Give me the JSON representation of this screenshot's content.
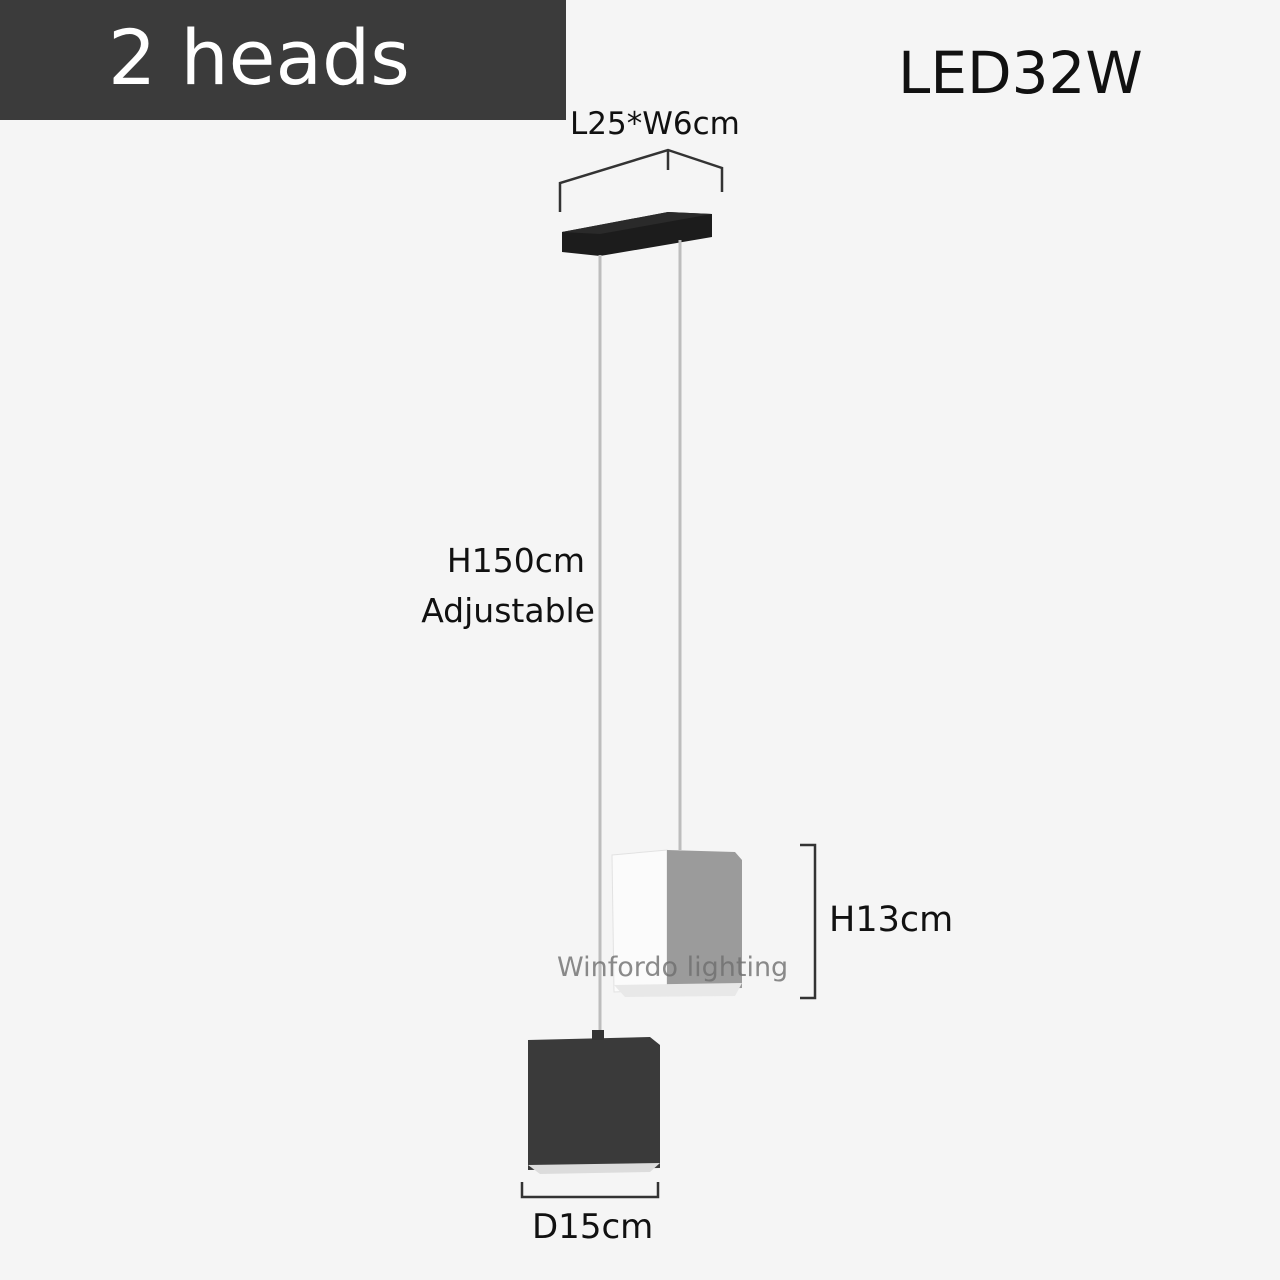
{
  "header": {
    "title": "2 heads"
  },
  "power": "LED32W",
  "dimensions": {
    "canopy": "L25*W6cm",
    "cable_length": "H150cm",
    "cable_note": "Adjustable",
    "head_height": "H13cm",
    "head_diameter": "D15cm"
  },
  "watermark": "Winfordo lighting",
  "colors": {
    "header_bg": "#3b3b3b",
    "background": "#f5f5f5",
    "black_head": "#3a3a3a",
    "white_head": "#fafafa",
    "gray_side": "#9a9a9a"
  }
}
